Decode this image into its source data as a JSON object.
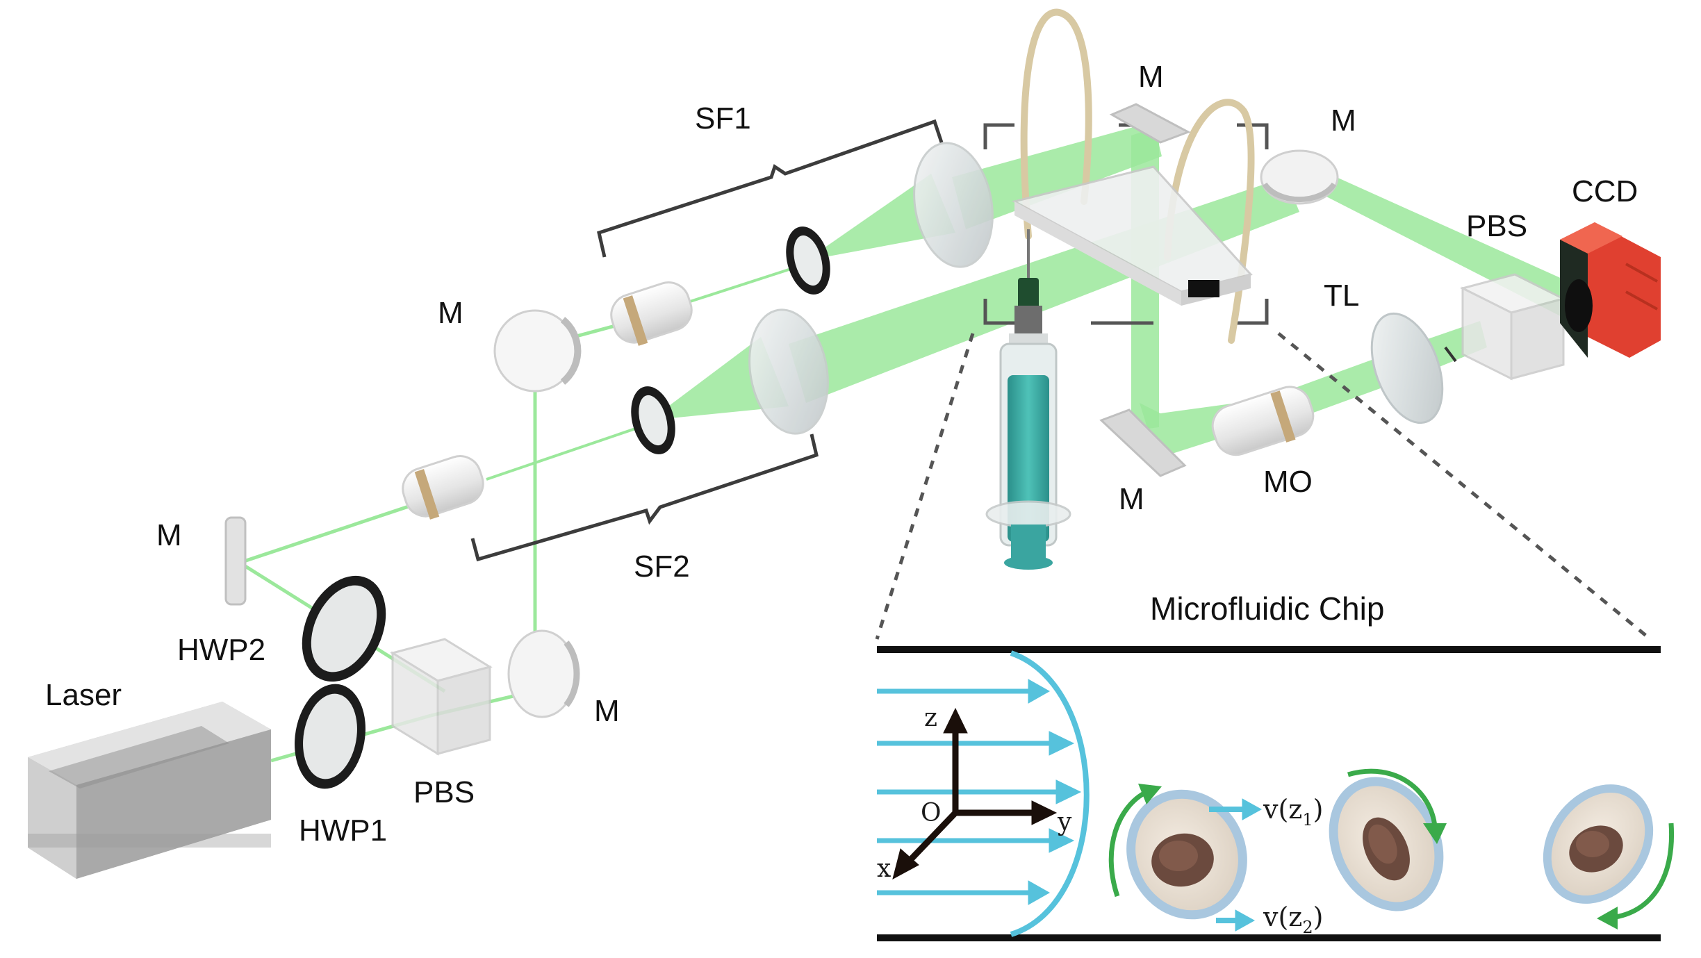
{
  "labels": {
    "sf1": "SF1",
    "sf2": "SF2",
    "m_top_center": "M",
    "m_top_right": "M",
    "m_left_upper": "M",
    "m_left_lower": "M",
    "m_bottom_left": "M",
    "m_bottom_center": "M",
    "ccd": "CCD",
    "pbs_right": "PBS",
    "pbs_left": "PBS",
    "tl": "TL",
    "mo": "MO",
    "hwp1": "HWP1",
    "hwp2": "HWP2",
    "laser": "Laser"
  },
  "inset": {
    "title": "Microfluidic Chip",
    "axis": {
      "z": "z",
      "y": "y",
      "x": "x",
      "origin": "O"
    },
    "velocity_1": {
      "main": "v(z",
      "sub": "1",
      "close": ")"
    },
    "velocity_2": {
      "main": "v(z",
      "sub": "2",
      "close": ")"
    }
  },
  "colors": {
    "beam": "#9be89b",
    "beam_thin": "#8fe08f",
    "flow": "#56c2dc",
    "rotation": "#3aaa4a",
    "ccd_body": "#e04030",
    "cell_membrane": "#a9c7df",
    "cell_nucleus": "#6b4a3e"
  }
}
